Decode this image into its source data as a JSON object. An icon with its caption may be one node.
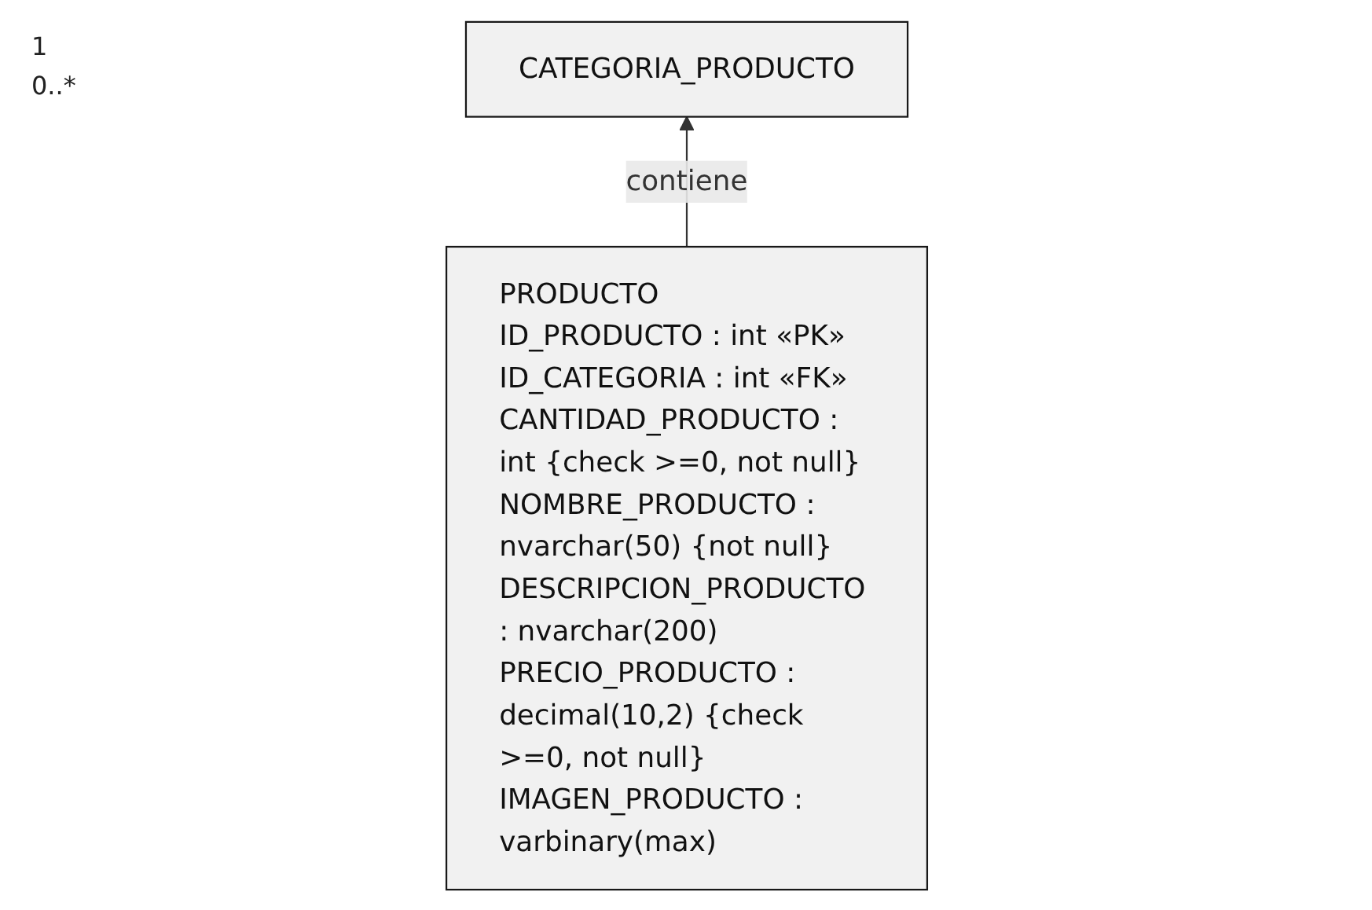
{
  "diagram": {
    "nodes": [
      {
        "text": [
          "CATEGORIA_PRODUCTO"
        ]
      },
      {
        "text": [
          "PRODUCTO",
          "ID_PRODUCTO : int «PK»",
          "ID_CATEGORIA : int «FK»",
          "CANTIDAD_PRODUCTO : int {check >=0, not null}",
          "NOMBRE_PRODUCTO : nvarchar(50) {not null}",
          "DESCRIPCION_PRODUCTO : nvarchar(200)",
          "PRECIO_PRODUCTO : decimal(10,2) {check >=0, not null}",
          "IMAGEN_PRODUCTO : varbinary(max)"
        ]
      }
    ],
    "edges": [
      {
        "from": 1,
        "to": 0,
        "arrow": "to",
        "label": "contiene"
      }
    ],
    "labels": [
      "1",
      "0..*"
    ]
  }
}
